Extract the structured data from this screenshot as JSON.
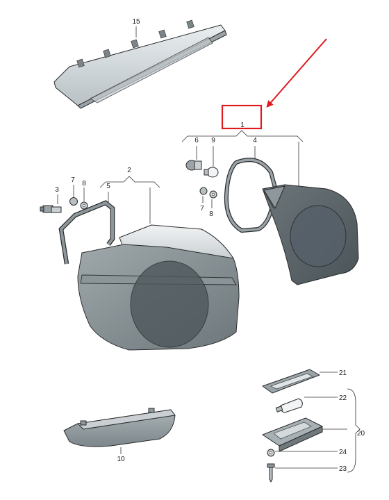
{
  "diagram": {
    "callouts": {
      "p1": "1",
      "p2": "2",
      "p3": "3",
      "p4": "4",
      "p5": "5",
      "p6": "6",
      "p7a": "7",
      "p7b": "7",
      "p8a": "8",
      "p8b": "8",
      "p9": "9",
      "p10": "10",
      "p15": "15",
      "p20": "20",
      "p21": "21",
      "p22": "22",
      "p23": "23",
      "p24": "24"
    },
    "highlight": {
      "target": "1",
      "color": "#e0191f"
    }
  }
}
